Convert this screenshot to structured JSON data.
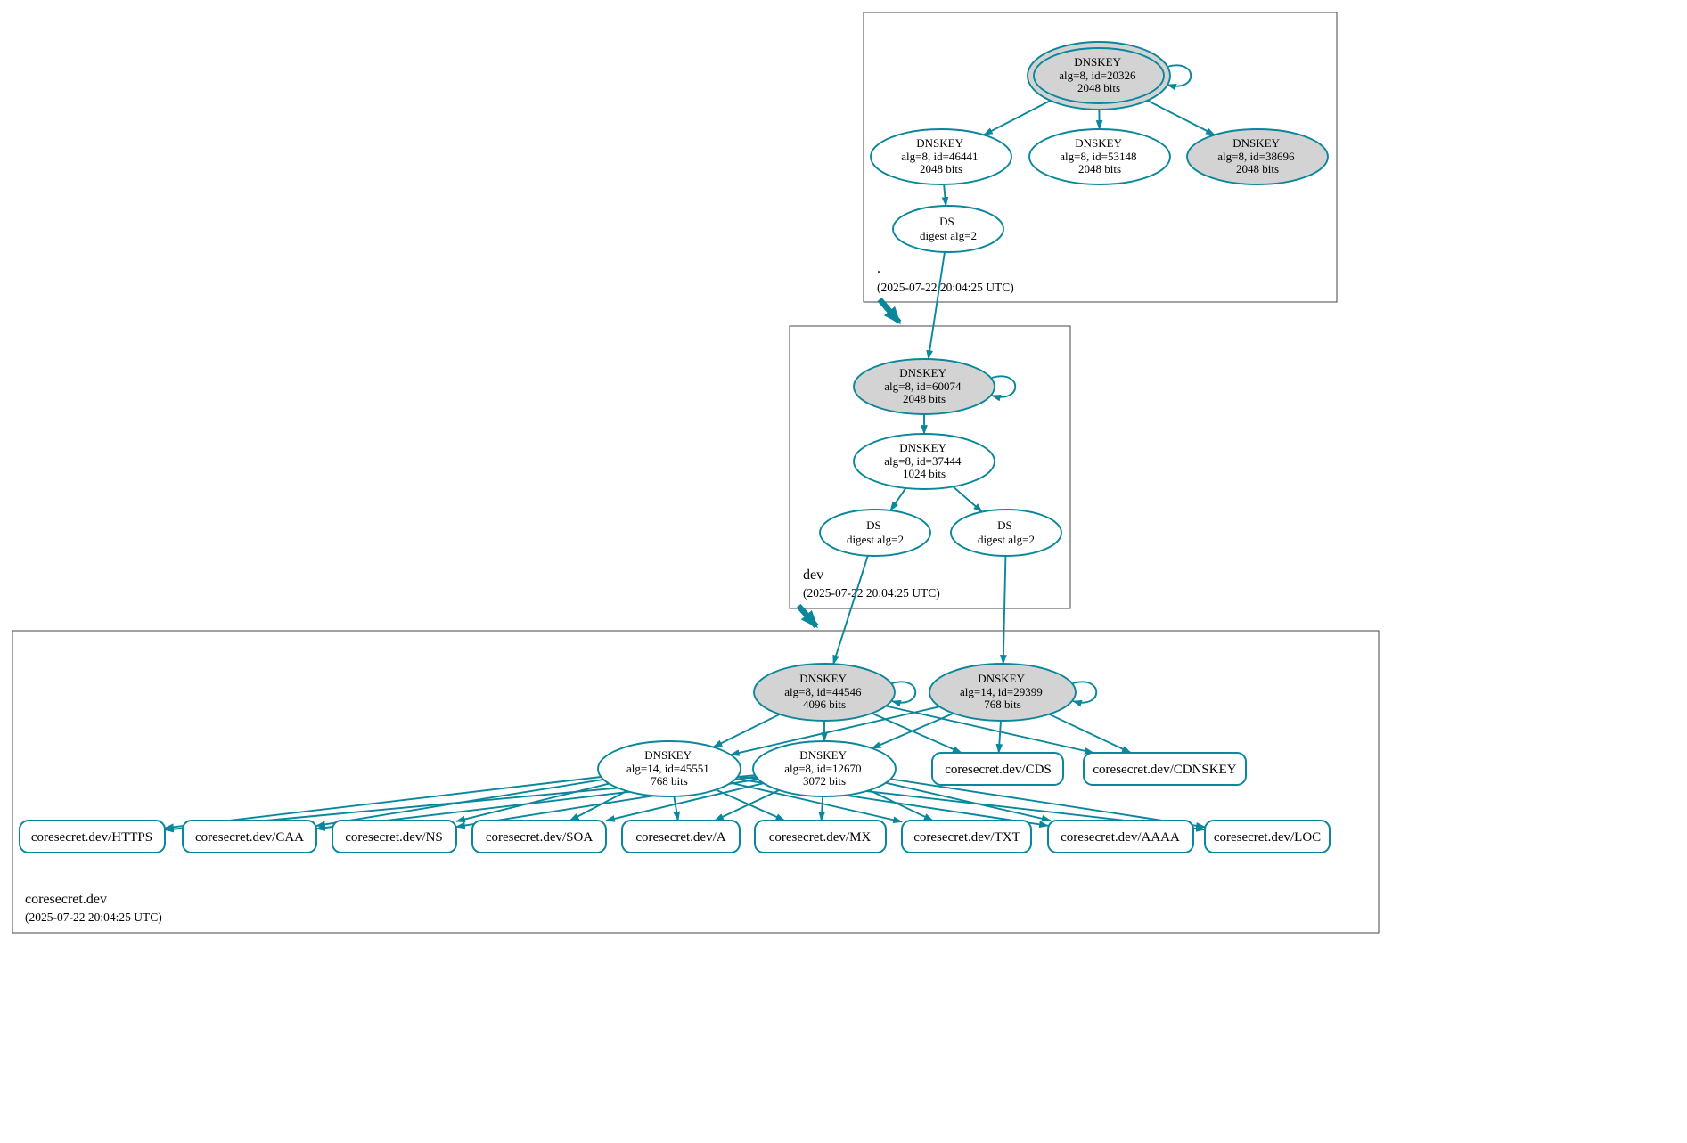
{
  "colors": {
    "accent": "#0a879a",
    "key_fill": "#d3d3d3"
  },
  "zones": {
    "root": {
      "label": ".",
      "timestamp": "(2025-07-22 20:04:25 UTC)"
    },
    "dev": {
      "label": "dev",
      "timestamp": "(2025-07-22 20:04:25 UTC)"
    },
    "coresecret": {
      "label": "coresecret.dev",
      "timestamp": "(2025-07-22 20:04:25 UTC)"
    }
  },
  "nodes": {
    "root_ksk": {
      "title": "DNSKEY",
      "detail": "alg=8, id=20326",
      "size": "2048 bits"
    },
    "root_zsk1": {
      "title": "DNSKEY",
      "detail": "alg=8, id=46441",
      "size": "2048 bits"
    },
    "root_zsk2": {
      "title": "DNSKEY",
      "detail": "alg=8, id=53148",
      "size": "2048 bits"
    },
    "root_ksk2": {
      "title": "DNSKEY",
      "detail": "alg=8, id=38696",
      "size": "2048 bits"
    },
    "root_ds": {
      "title": "DS",
      "detail": "digest alg=2"
    },
    "dev_ksk": {
      "title": "DNSKEY",
      "detail": "alg=8, id=60074",
      "size": "2048 bits"
    },
    "dev_zsk": {
      "title": "DNSKEY",
      "detail": "alg=8, id=37444",
      "size": "1024 bits"
    },
    "dev_ds1": {
      "title": "DS",
      "detail": "digest alg=2"
    },
    "dev_ds2": {
      "title": "DS",
      "detail": "digest alg=2"
    },
    "cs_ksk1": {
      "title": "DNSKEY",
      "detail": "alg=8, id=44546",
      "size": "4096 bits"
    },
    "cs_ksk2": {
      "title": "DNSKEY",
      "detail": "alg=14, id=29399",
      "size": "768 bits"
    },
    "cs_zsk1": {
      "title": "DNSKEY",
      "detail": "alg=14, id=45551",
      "size": "768 bits"
    },
    "cs_zsk2": {
      "title": "DNSKEY",
      "detail": "alg=8, id=12670",
      "size": "3072 bits"
    }
  },
  "rrsets": {
    "cds": "coresecret.dev/CDS",
    "cdnskey": "coresecret.dev/CDNSKEY",
    "https": "coresecret.dev/HTTPS",
    "caa": "coresecret.dev/CAA",
    "ns": "coresecret.dev/NS",
    "soa": "coresecret.dev/SOA",
    "a": "coresecret.dev/A",
    "mx": "coresecret.dev/MX",
    "txt": "coresecret.dev/TXT",
    "aaaa": "coresecret.dev/AAAA",
    "loc": "coresecret.dev/LOC"
  }
}
